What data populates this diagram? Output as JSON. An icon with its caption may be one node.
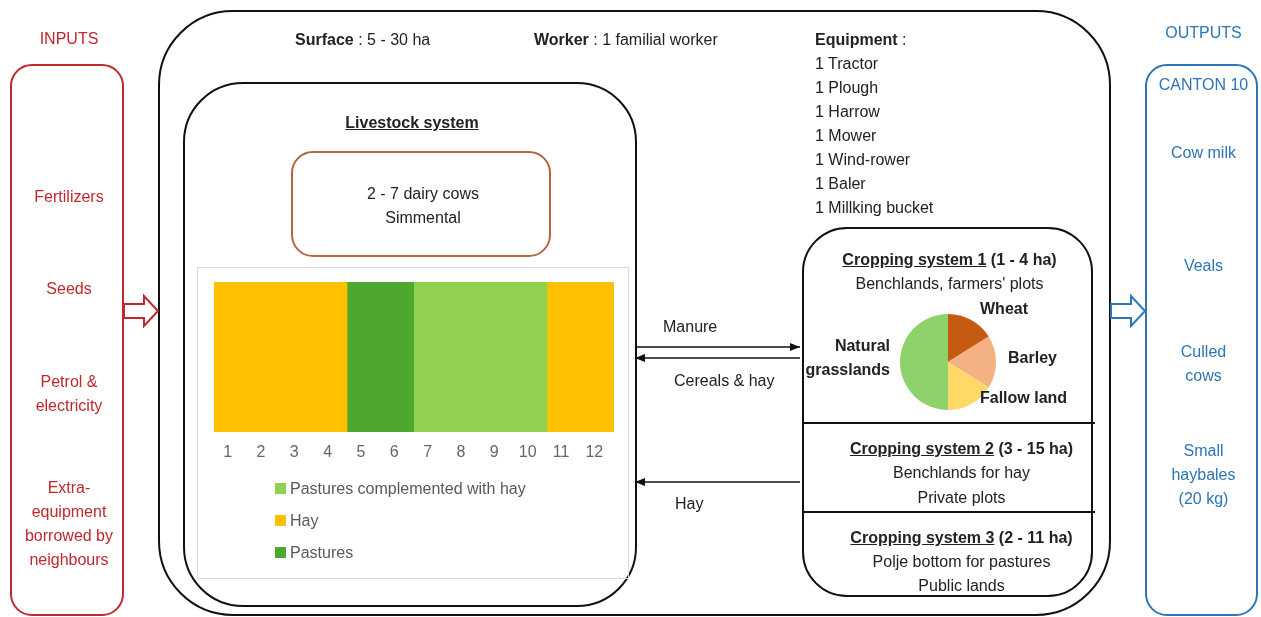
{
  "diagram": {
    "nodes": [
      {
        "text": [
          "INPUTS",
          "Fertilizers",
          "Seeds",
          "Petrol & electricity",
          "Extra-equipment borrowed by neighbours"
        ]
      },
      {
        "text": [
          "**Surface** : 5 - 30 ha",
          "**Worker** : 1 familial worker",
          "**Equipment** :",
          "1 Tractor",
          "1 Plough",
          "1 Harrow",
          "1 Mower",
          "1 Wind-rower",
          "1 Baler",
          "1 Millking bucket"
        ]
      },
      {
        "text": [
          "Livestock system"
        ],
        "in": 1
      },
      {
        "text": [
          "2 - 7 dairy cows",
          "Simmental"
        ],
        "in": 2
      },
      {
        "text": [],
        "shape": "box",
        "in": 1
      },
      {
        "text": [
          "**Cropping system 1** (1 - 4 ha)",
          "Benchlands, farmers' plots"
        ],
        "in": 4
      },
      {
        "text": [
          "**Cropping system 2** (3 - 15 ha)",
          "Benchlands for hay",
          "Private plots"
        ],
        "in": 4
      },
      {
        "text": [
          "**Cropping system 3** (2 - 11 ha)",
          "Polje bottom for pastures",
          "Public lands"
        ],
        "in": 4
      },
      {
        "text": [
          "OUTPUTS",
          "CANTON 10",
          "Cow milk",
          "Veals",
          "Culled cows",
          "Small haybales (20 kg)"
        ]
      }
    ],
    "edges": [
      {
        "from": 0,
        "to": 1,
        "arrow": "to",
        "style": "thick",
        "color": "#c0282d"
      },
      {
        "from": 2,
        "to": 5,
        "arrow": "to",
        "label": "Manure"
      },
      {
        "from": 5,
        "to": 2,
        "arrow": "to",
        "label": "Cereals & hay"
      },
      {
        "from": 6,
        "to": 2,
        "arrow": "to",
        "label": "Hay"
      },
      {
        "from": 1,
        "to": 8,
        "arrow": "to",
        "style": "thick",
        "color": "#2e75b6"
      }
    ],
    "labels": [
      "Wheat",
      "Natural grasslands",
      "Barley",
      "Fallow land",
      "1",
      "2",
      "3",
      "4",
      "5",
      "6",
      "7",
      "8",
      "9",
      "10",
      "11",
      "12"
    ],
    "legend": [
      {
        "text": "Pastures complemented with hay",
        "color": "#92d050"
      },
      {
        "text": "Hay",
        "color": "#ffc000"
      },
      {
        "text": "Pastures",
        "color": "#4ea72e"
      }
    ]
  }
}
